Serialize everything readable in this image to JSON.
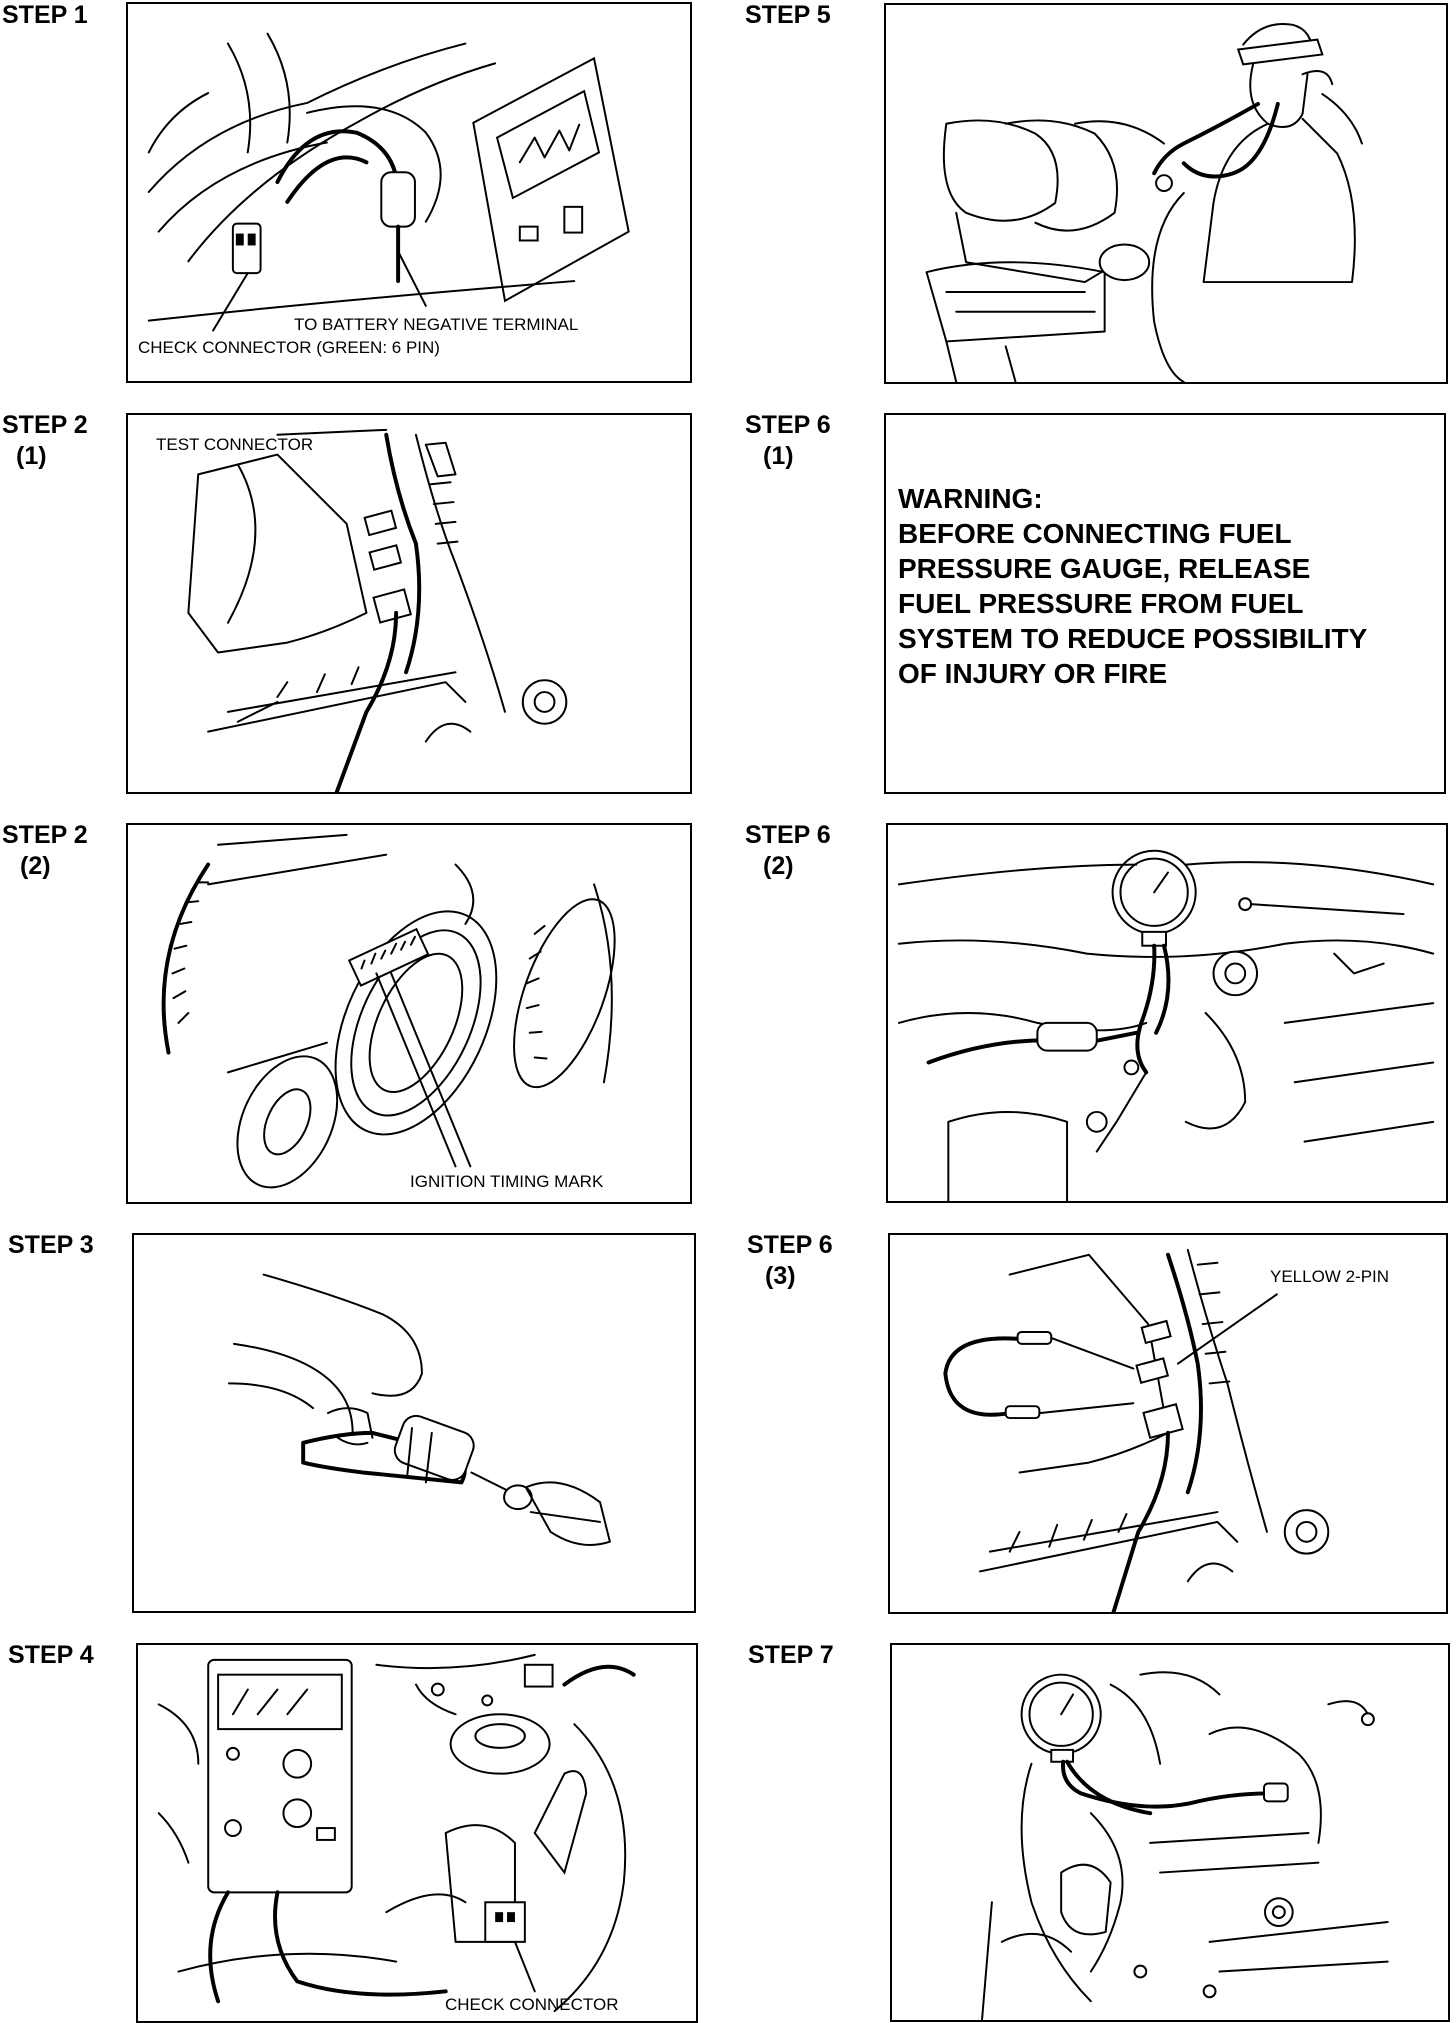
{
  "steps": [
    {
      "id": "step1",
      "title": "STEP 1",
      "sub": "",
      "callouts": [
        "TO BATTERY NEGATIVE TERMINAL",
        "CHECK CONNECTOR (GREEN: 6 PIN)"
      ]
    },
    {
      "id": "step2_1",
      "title": "STEP 2",
      "sub": "(1)",
      "callouts": [
        "TEST CONNECTOR"
      ]
    },
    {
      "id": "step2_2",
      "title": "STEP 2",
      "sub": "(2)",
      "callouts": [
        "IGNITION TIMING MARK"
      ]
    },
    {
      "id": "step3",
      "title": "STEP 3",
      "sub": "",
      "callouts": []
    },
    {
      "id": "step4",
      "title": "STEP 4",
      "sub": "",
      "callouts": [
        "CHECK CONNECTOR"
      ]
    },
    {
      "id": "step5",
      "title": "STEP 5",
      "sub": "",
      "callouts": []
    },
    {
      "id": "step6_1",
      "title": "STEP 6",
      "sub": "(1)",
      "callouts": []
    },
    {
      "id": "step6_2",
      "title": "STEP 6",
      "sub": "(2)",
      "callouts": []
    },
    {
      "id": "step6_3",
      "title": "STEP 6",
      "sub": "(3)",
      "callouts": [
        "YELLOW 2-PIN"
      ]
    },
    {
      "id": "step7",
      "title": "STEP 7",
      "sub": "",
      "callouts": []
    }
  ],
  "warning": {
    "heading": "WARNING:",
    "lines": [
      "BEFORE CONNECTING FUEL",
      "PRESSURE GAUGE, RELEASE",
      "FUEL PRESSURE FROM FUEL",
      "SYSTEM TO REDUCE POSSIBILITY",
      "OF INJURY OR FIRE"
    ]
  }
}
